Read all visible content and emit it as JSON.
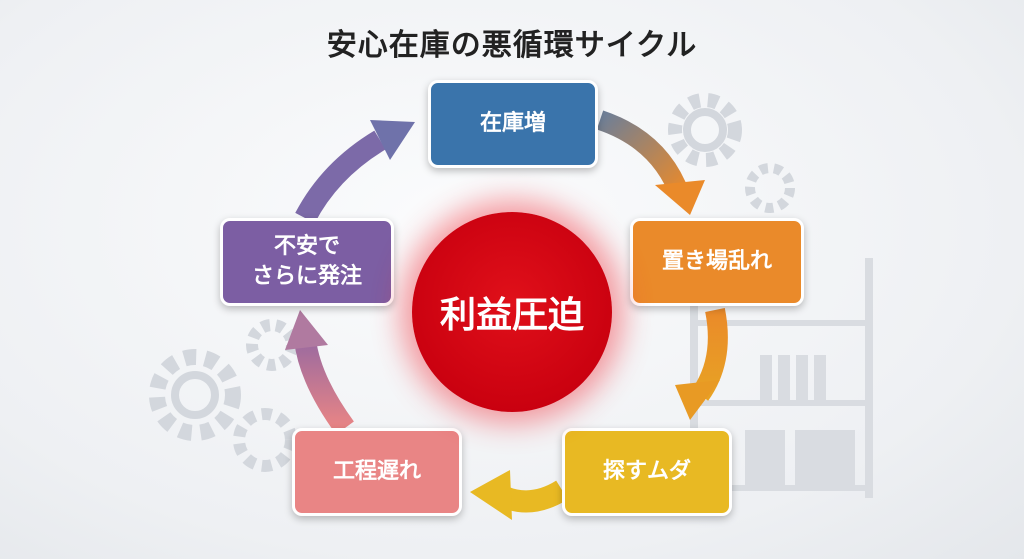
{
  "title": "安心在庫の悪循環サイクル",
  "center": {
    "label": "利益圧迫",
    "color": "#d0000f"
  },
  "steps": [
    {
      "label": "在庫増",
      "color": "#3a74ab"
    },
    {
      "label": "置き場乱れ",
      "color": "#ea8a2a"
    },
    {
      "label": "探すムダ",
      "color": "#e8b923"
    },
    {
      "label": "工程遅れ",
      "color": "#e98585"
    },
    {
      "label_line1": "不安で",
      "label_line2": "さらに発注",
      "color": "#7c5ea3"
    }
  ]
}
